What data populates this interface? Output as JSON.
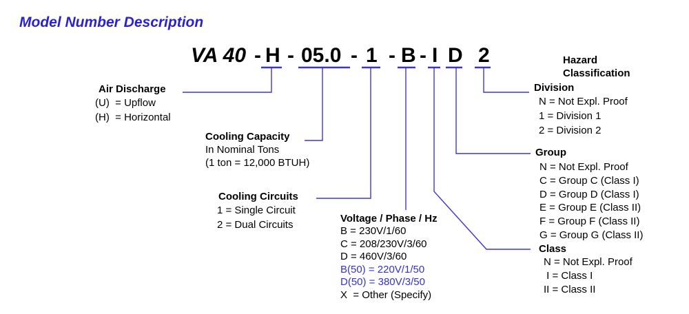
{
  "colors": {
    "title_color": "#2b22cf",
    "line_color": "#3c35d2",
    "highlight_color": "#3333cc",
    "text_color": "#000000"
  },
  "title": "Model Number Description",
  "model": {
    "prefix": "VA 40",
    "dash": "-",
    "segments": {
      "air_discharge": "H",
      "cooling_capacity": "05.0",
      "cooling_circuits": "1",
      "voltage": "B",
      "class": "I",
      "group": "D",
      "division": "2"
    }
  },
  "callouts": {
    "air_discharge": {
      "title": "Air Discharge",
      "items": [
        "(U)  = Upflow",
        "(H)  = Horizontal"
      ]
    },
    "cooling_capacity": {
      "title": "Cooling Capacity",
      "items": [
        "In Nominal Tons",
        "(1 ton = 12,000 BTUH)"
      ]
    },
    "cooling_circuits": {
      "title": "Cooling Circuits",
      "items": [
        "1 = Single Circuit",
        "2 = Dual Circuits"
      ]
    },
    "voltage": {
      "title": "Voltage / Phase / Hz",
      "items": [
        {
          "text": "B = 230V/1/60",
          "hl": false
        },
        {
          "text": "C = 208/230V/3/60",
          "hl": false
        },
        {
          "text": "D = 460V/3/60",
          "hl": false
        },
        {
          "text": "B(50) = 220V/1/50",
          "hl": true
        },
        {
          "text": "D(50) = 380V/3/50",
          "hl": true
        },
        {
          "text": "X  = Other (Specify)",
          "hl": false
        }
      ]
    },
    "hazard": {
      "title_line1": "Hazard",
      "title_line2": "Classification"
    },
    "division": {
      "title": "Division",
      "items": [
        "N = Not Expl. Proof",
        "1 = Division 1",
        "2 = Division 2"
      ]
    },
    "group": {
      "title": "Group",
      "items": [
        "N = Not Expl. Proof",
        "C = Group C (Class I)",
        "D = Group D (Class I)",
        "E = Group E (Class II)",
        "F = Group F (Class II)",
        "G = Group G (Class II)"
      ]
    },
    "class": {
      "title": "Class",
      "items": [
        "N = Not Expl. Proof",
        " I = Class I",
        "II = Class II"
      ]
    }
  }
}
